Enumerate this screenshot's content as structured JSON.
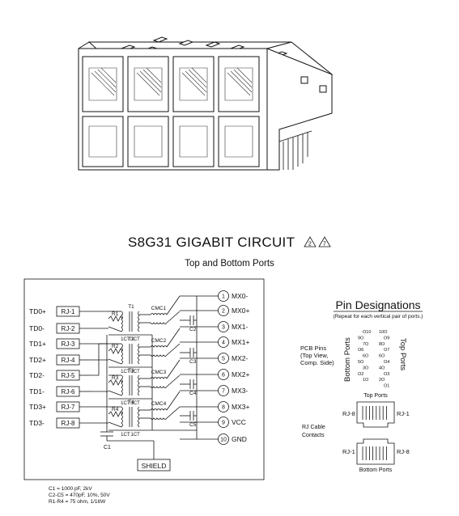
{
  "diagram": {
    "title": "S8G31 GIGABIT CIRCUIT",
    "revision_marks": [
      "2",
      "7"
    ],
    "subtitle": "Top and Bottom Ports",
    "left_signals": [
      {
        "td": "TD0+",
        "rj": "RJ-1"
      },
      {
        "td": "TD0-",
        "rj": "RJ-2"
      },
      {
        "td": "TD1+",
        "rj": "RJ-3"
      },
      {
        "td": "TD2+",
        "rj": "RJ-4"
      },
      {
        "td": "TD2-",
        "rj": "RJ-5"
      },
      {
        "td": "TD1-",
        "rj": "RJ-6"
      },
      {
        "td": "TD3+",
        "rj": "RJ-7"
      },
      {
        "td": "TD3-",
        "rj": "RJ-8"
      }
    ],
    "right_pins": [
      {
        "num": "1",
        "label": "MX0-"
      },
      {
        "num": "2",
        "label": "MX0+"
      },
      {
        "num": "3",
        "label": "MX1-"
      },
      {
        "num": "4",
        "label": "MX1+"
      },
      {
        "num": "5",
        "label": "MX2-"
      },
      {
        "num": "6",
        "label": "MX2+"
      },
      {
        "num": "7",
        "label": "MX3-"
      },
      {
        "num": "8",
        "label": "MX3+"
      },
      {
        "num": "9",
        "label": "VCC"
      },
      {
        "num": "10",
        "label": "GND"
      }
    ],
    "transformers": [
      {
        "t": "T1",
        "r": "R1",
        "cmc": "CMC1",
        "cap": "C2",
        "ratio": "1CT:1CT"
      },
      {
        "t": "T2",
        "r": "R2",
        "cmc": "CMC2",
        "cap": "C3",
        "ratio": "1CT:1CT"
      },
      {
        "t": "T3",
        "r": "R3",
        "cmc": "CMC3",
        "cap": "C4",
        "ratio": "1CT:1CT"
      },
      {
        "t": "T4",
        "r": "R4",
        "cmc": "CMC4",
        "cap": "C5",
        "ratio": "1CT:1CT"
      }
    ],
    "c1_label": "C1",
    "shield_label": "SHIELD"
  },
  "pin_designations": {
    "title": "Pin Designations",
    "note": "(Repeat for each vertical pair of ports.)",
    "pcb_label": [
      "PCB Pins",
      "(Top View,",
      "Comp. Side)"
    ],
    "bottom_ports_label": "Bottom Ports",
    "top_ports_label": "Top Ports",
    "pin_rows": [
      [
        "O10",
        "10O"
      ],
      [
        "9O",
        "O9"
      ],
      [
        "7O",
        "8O"
      ],
      [
        "O6",
        "O7"
      ],
      [
        "6O",
        "6O"
      ],
      [
        "5O",
        "O4"
      ],
      [
        "3O",
        "4O"
      ],
      [
        "O2",
        "O3"
      ],
      [
        "1O",
        "2O"
      ],
      [
        "",
        "O1"
      ]
    ],
    "rj_cable_label": [
      "RJ Cable",
      "Contacts"
    ],
    "top_jack": {
      "caption": "Top Ports",
      "left": "RJ-8",
      "right": "RJ-1"
    },
    "bottom_jack": {
      "caption": "Bottom Ports",
      "left": "RJ-1",
      "right": "RJ-8"
    }
  },
  "notes": [
    "C1 = 1000 pF, 2kV",
    "C2-C5 = 470pF, 10%, 50V",
    "R1-R4 = 75 ohm, 1/16W"
  ]
}
